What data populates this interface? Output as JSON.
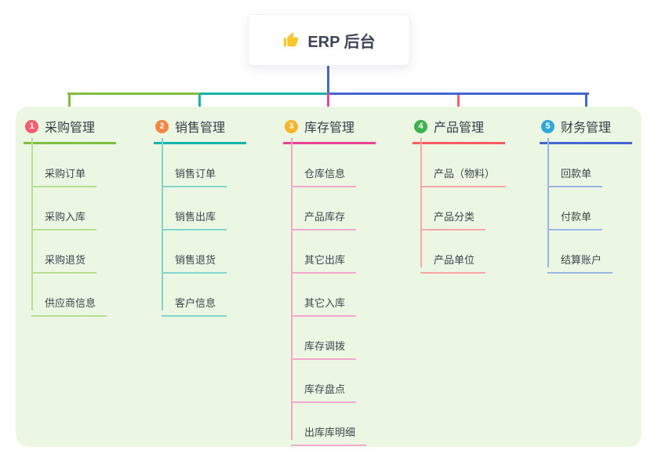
{
  "root": {
    "label": "ERP 后台",
    "icon": "thumbs-up-icon",
    "icon_color": "#f8c62a",
    "line_color": "#4565d0"
  },
  "panel_color": "#ebf7e3",
  "branches": [
    {
      "number": "1",
      "label": "采购管理",
      "color": "#7fbe3f",
      "light_color": "#b8e08e",
      "badge_color": "#f65d6d",
      "children": [
        "采购订单",
        "采购入库",
        "采购退货",
        "供应商信息"
      ]
    },
    {
      "number": "2",
      "label": "销售管理",
      "color": "#16b3aa",
      "light_color": "#82d5cd",
      "badge_color": "#f58540",
      "children": [
        "销售订单",
        "销售出库",
        "销售退货",
        "客户信息"
      ]
    },
    {
      "number": "3",
      "label": "库存管理",
      "color": "#e84397",
      "light_color": "#f3a7cd",
      "badge_color": "#f7b52c",
      "children": [
        "仓库信息",
        "产品库存",
        "其它出库",
        "其它入库",
        "库存调拨",
        "库存盘点",
        "出库库明细"
      ]
    },
    {
      "number": "4",
      "label": "产品管理",
      "color": "#f85d66",
      "light_color": "#f9a6a6",
      "badge_color": "#3cb14e",
      "children": [
        "产品（物料）",
        "产品分类",
        "产品单位"
      ]
    },
    {
      "number": "5",
      "label": "财务管理",
      "color": "#4565d0",
      "light_color": "#9db5e6",
      "badge_color": "#2fa7db",
      "children": [
        "回款单",
        "付款单",
        "结算账户"
      ]
    }
  ]
}
